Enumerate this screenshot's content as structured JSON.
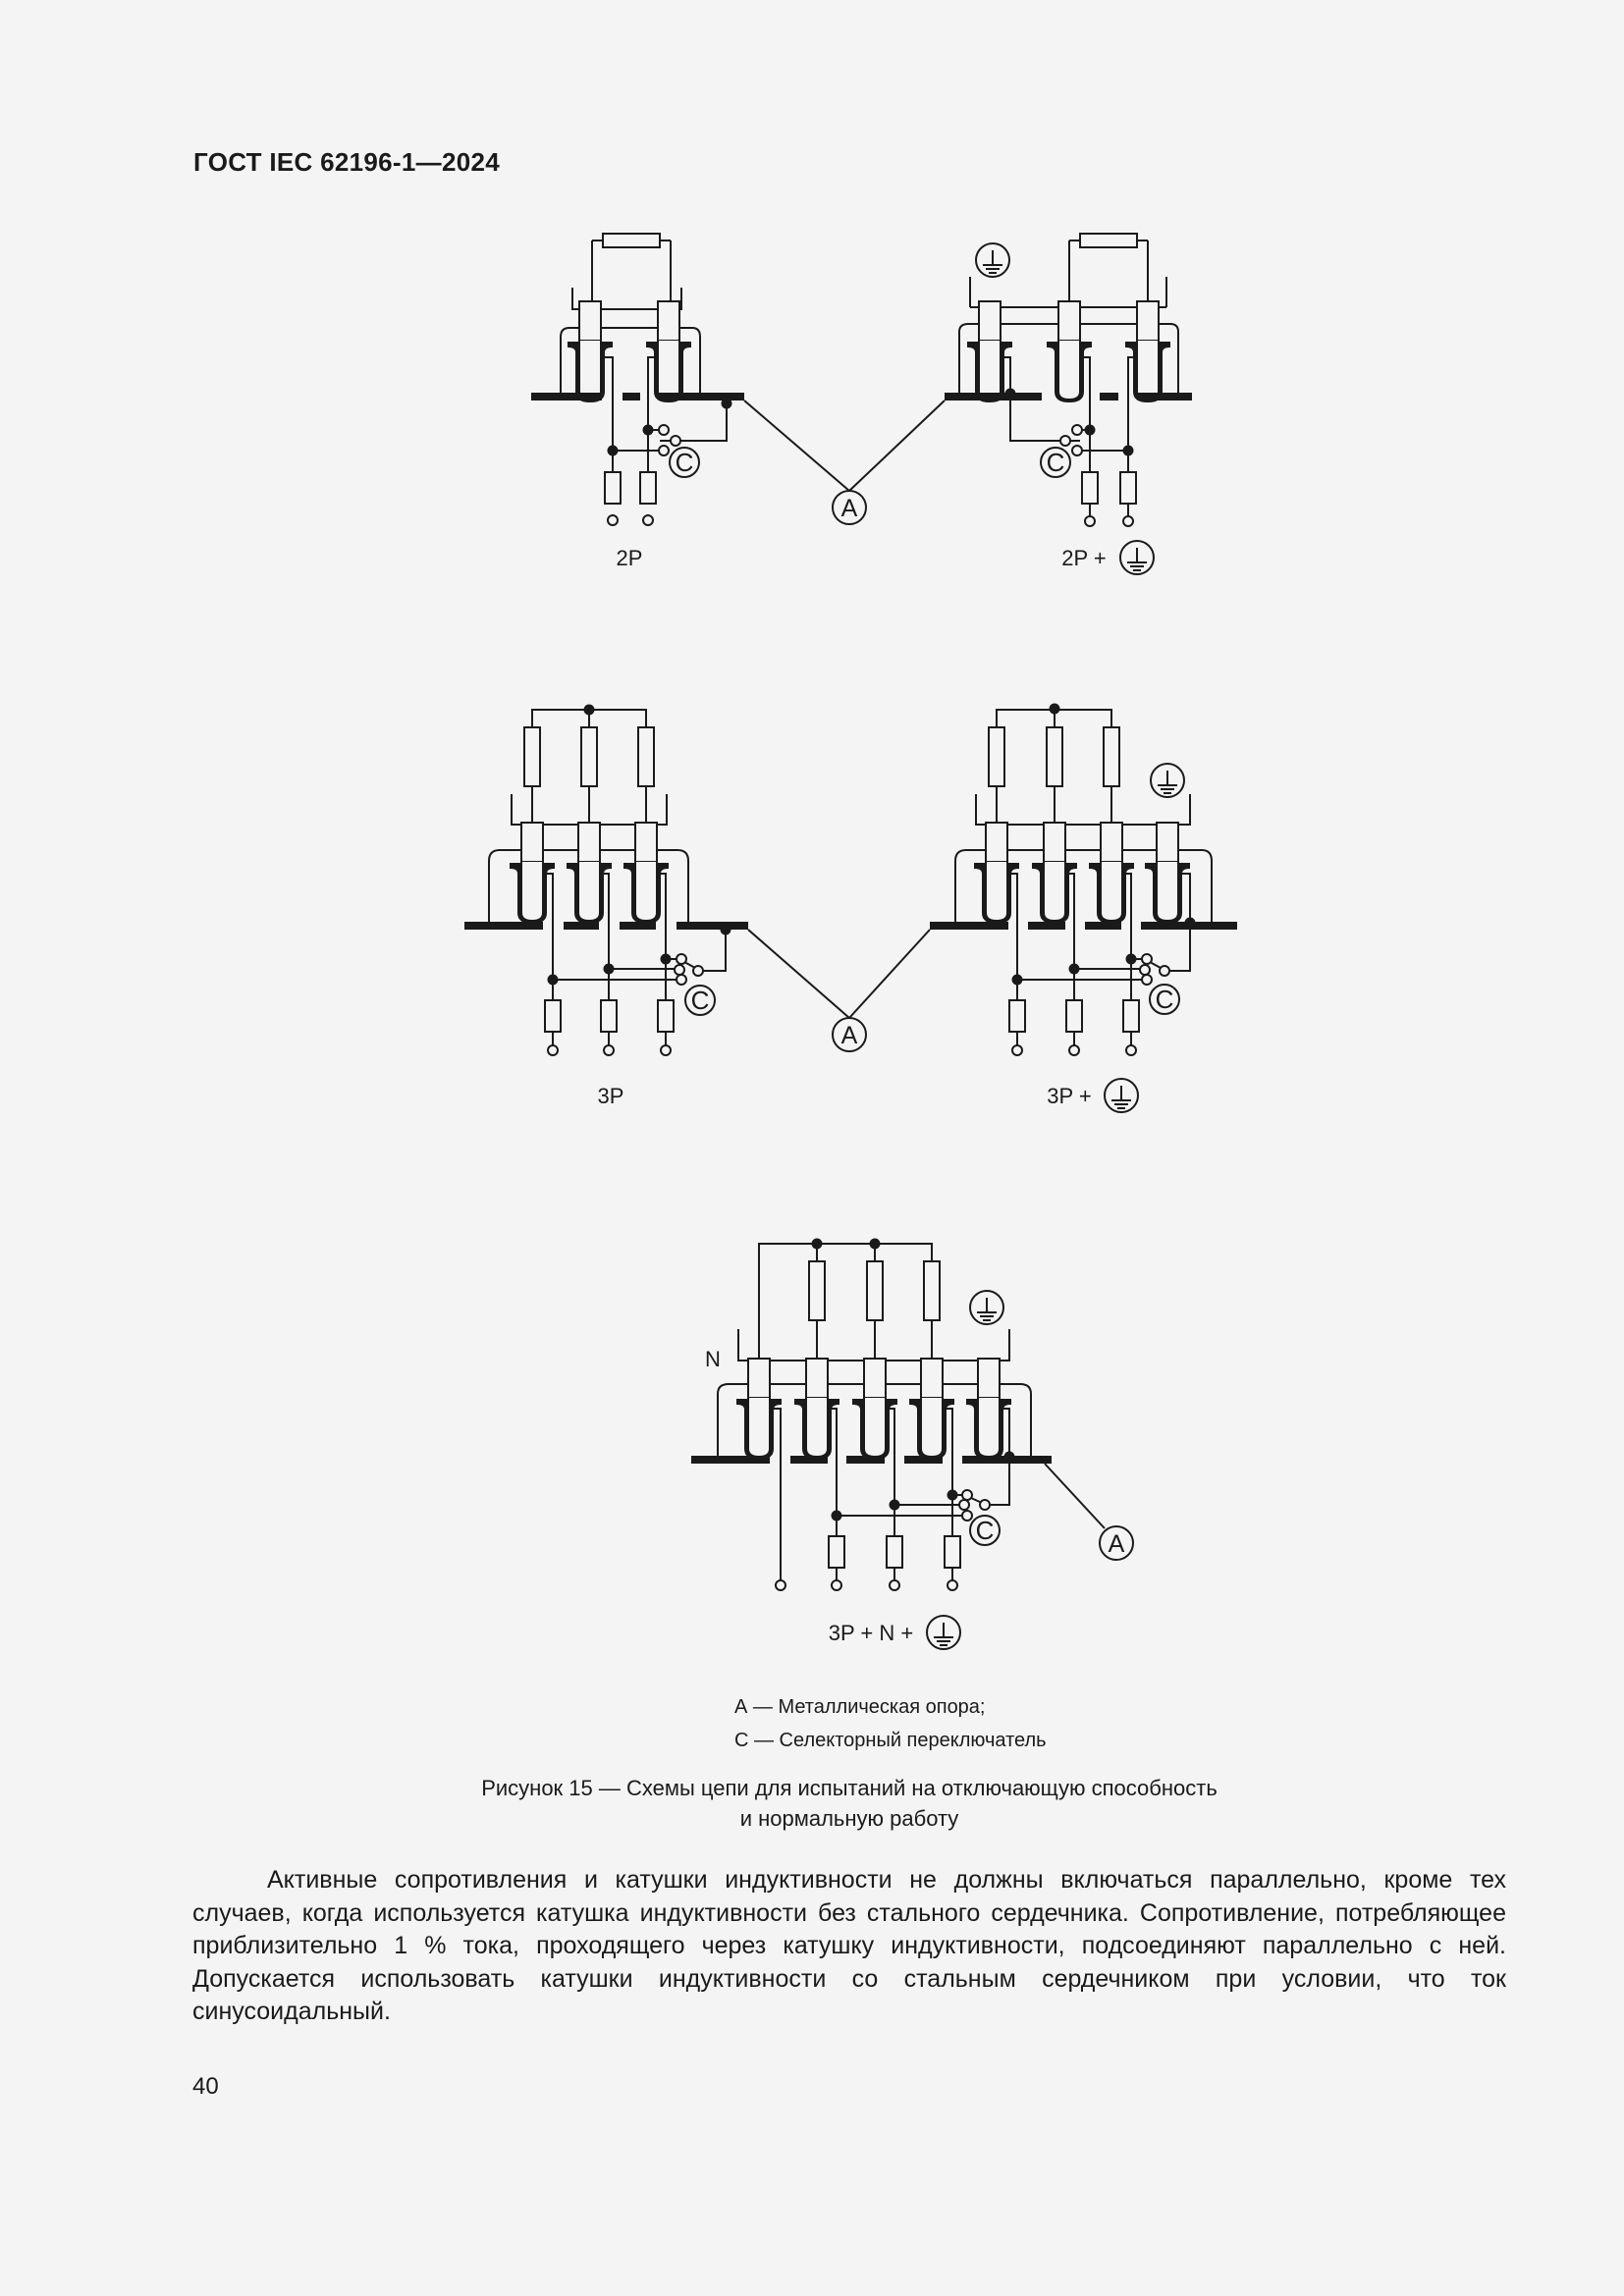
{
  "header": {
    "title": "ГОСТ IEC 62196-1—2024"
  },
  "figure": {
    "diagrams": [
      {
        "id": "2p",
        "label": "2P"
      },
      {
        "id": "2p-earth",
        "label": "2P +",
        "label_symbol": "earth-icon"
      },
      {
        "id": "3p",
        "label": "3P"
      },
      {
        "id": "3p-earth",
        "label": "3P +",
        "label_symbol": "earth-icon"
      },
      {
        "id": "3p-n-earth",
        "label": "3P + N +",
        "label_symbol": "earth-icon",
        "neutral_label": "N"
      }
    ],
    "markers": {
      "a": "A",
      "c": "C"
    },
    "legend": [
      "А — Металлическая опора;",
      "С — Селекторный переключатель"
    ],
    "caption": {
      "line1": "Рисунок 15 — Схемы цепи для испытаний на отключающую способность",
      "line2": "и нормальную работу"
    }
  },
  "body": {
    "paragraph": "Активные сопротивления и катушки индуктивности не должны включаться параллельно, кроме тех случаев, когда используется катушка индуктивности без стального сердечника. Сопротивление, потребляющее приблизительно 1 % тока, проходящего через катушку индуктивности, подсоединяют параллельно с ней. Допускается использовать катушки индуктивности со стальным сердечником при условии, что ток синусоидальный."
  },
  "footer": {
    "page_number": "40"
  }
}
